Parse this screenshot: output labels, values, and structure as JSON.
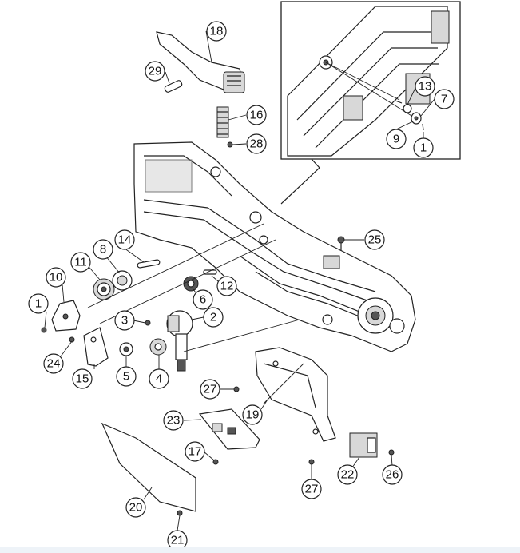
{
  "callouts": {
    "c1a": "1",
    "c1b": "1",
    "c2": "2",
    "c3": "3",
    "c4": "4",
    "c5": "5",
    "c6": "6",
    "c7": "7",
    "c8": "8",
    "c9": "9",
    "c10": "10",
    "c11": "11",
    "c12": "12",
    "c13": "13",
    "c14": "14",
    "c15": "15",
    "c16": "16",
    "c17": "17",
    "c18": "18",
    "c19": "19",
    "c20": "20",
    "c21": "21",
    "c22": "22",
    "c23": "23",
    "c24": "24",
    "c25": "25",
    "c26": "26",
    "c27a": "27",
    "c27b": "27",
    "c28": "28",
    "c29": "29"
  }
}
